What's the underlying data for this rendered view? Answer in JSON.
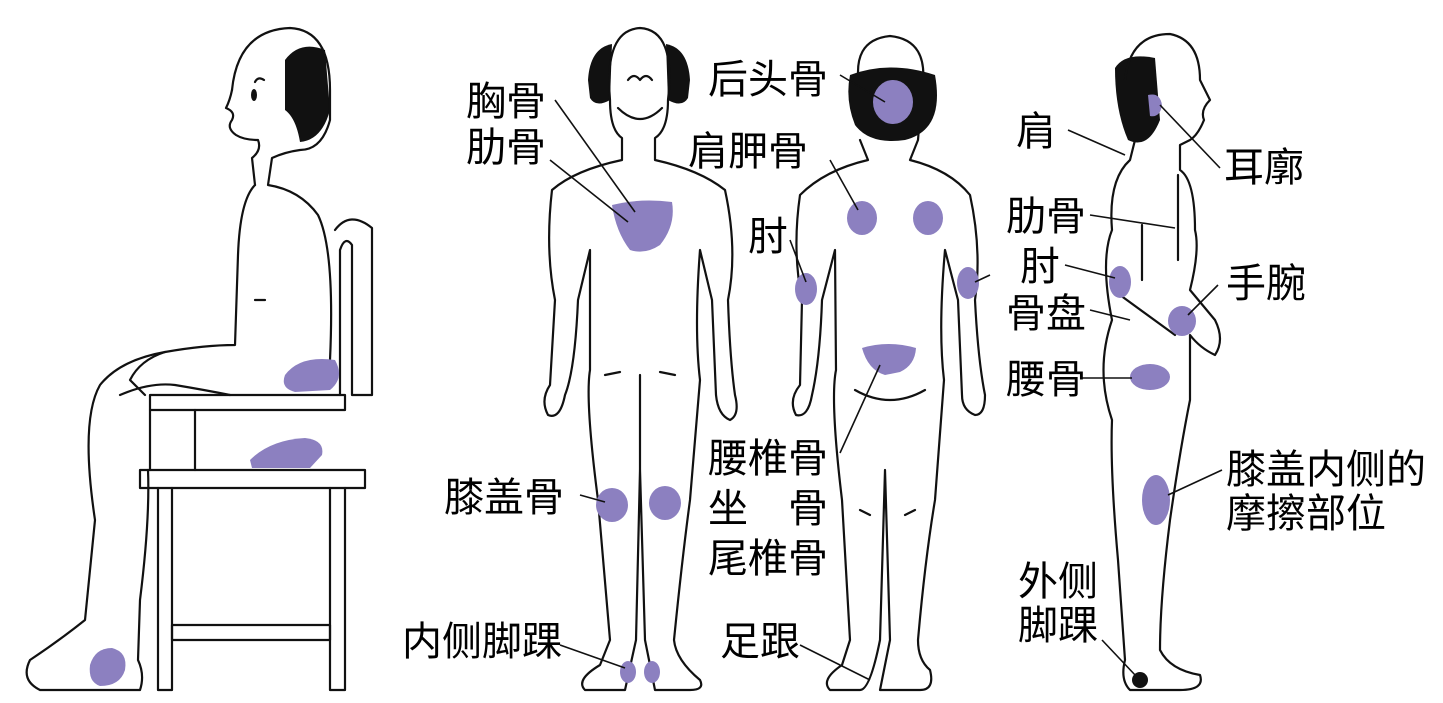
{
  "colors": {
    "pressure_area": "#8c80c0",
    "outline": "#111111",
    "background": "#ffffff",
    "hair": "#111111"
  },
  "labels": {
    "xiong_gu": "胸骨",
    "lei_gu_front": "肋骨",
    "hou_tou_gu": "后头骨",
    "jian_jia_gu": "肩胛骨",
    "zhou_back": "肘",
    "xi_gai_gu": "膝盖骨",
    "yao_zhui_gu": "腰椎骨",
    "zuo_gu": "坐　骨",
    "wei_zhui_gu": "尾椎骨",
    "nei_ce_jiao_huai": "内侧脚踝",
    "zu_gen": "足跟",
    "jian": "肩",
    "lei_gu_side": "肋骨",
    "zhou_side": "肘",
    "gu_pan": "骨盘",
    "yao_gu": "腰骨",
    "er_kuo": "耳廓",
    "shou_wan": "手腕",
    "knee_inner_friction": "膝盖内侧的\n摩擦部位",
    "wai_ce_jiao_huai": "外侧\n脚踝"
  }
}
